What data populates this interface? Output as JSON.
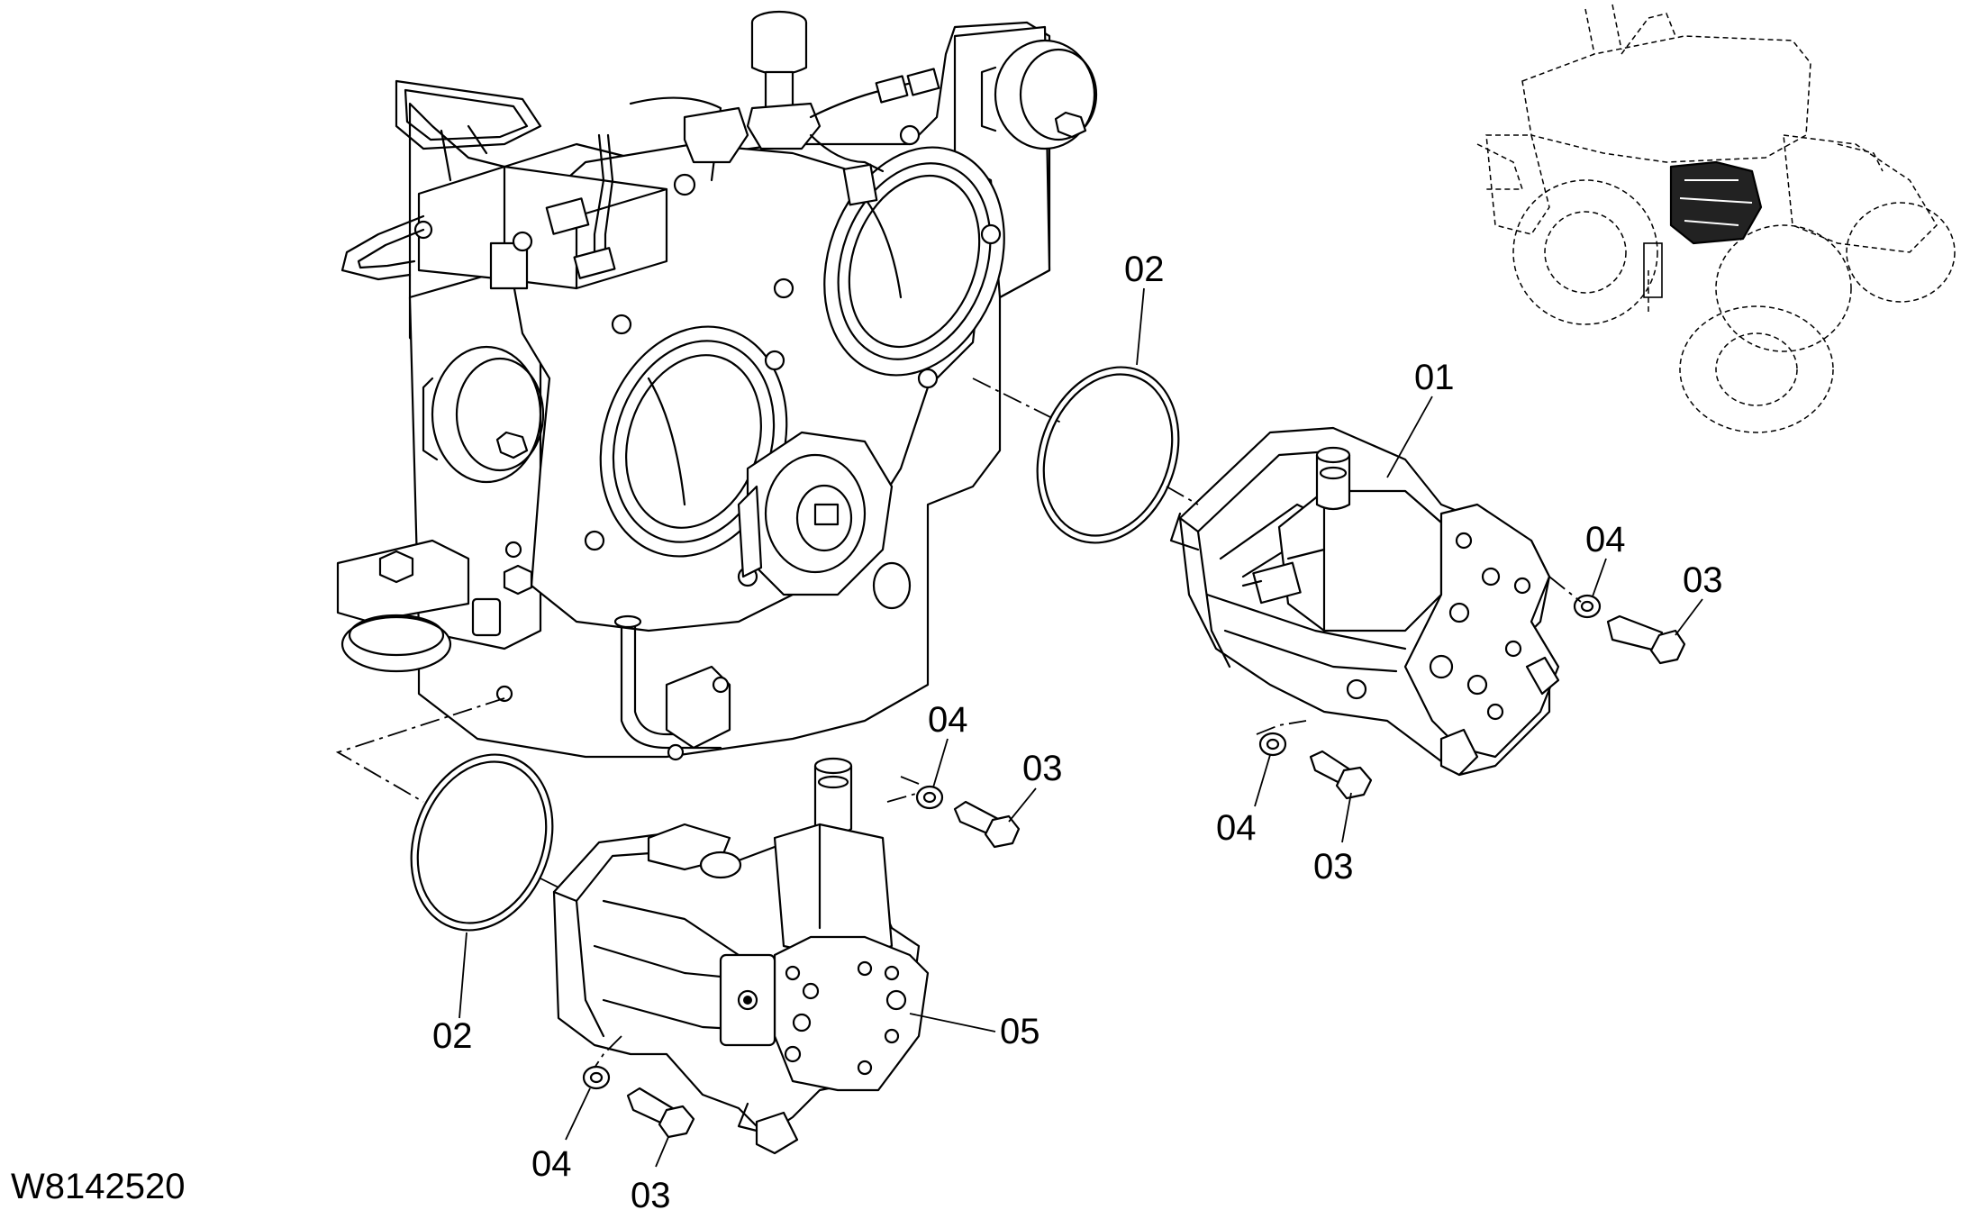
{
  "drawing_number": "W8142520",
  "callouts": [
    {
      "id": "c-02-top",
      "text": "02"
    },
    {
      "id": "c-01",
      "text": "01"
    },
    {
      "id": "c-04-right",
      "text": "04"
    },
    {
      "id": "c-03-right",
      "text": "03"
    },
    {
      "id": "c-04-mid",
      "text": "04"
    },
    {
      "id": "c-03-mid",
      "text": "03"
    },
    {
      "id": "c-04-rlow",
      "text": "04"
    },
    {
      "id": "c-03-rlow",
      "text": "03"
    },
    {
      "id": "c-02-bottom",
      "text": "02"
    },
    {
      "id": "c-05",
      "text": "05"
    },
    {
      "id": "c-04-bottom",
      "text": "04"
    },
    {
      "id": "c-03-bottom",
      "text": "03"
    }
  ]
}
